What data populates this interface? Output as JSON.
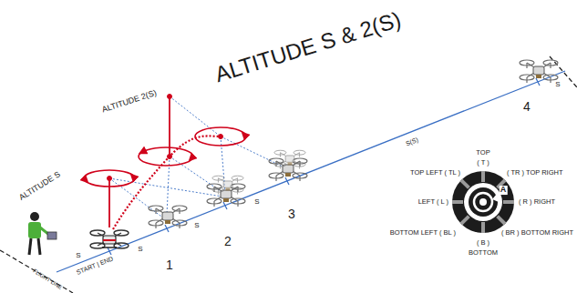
{
  "diagram": {
    "title": "ALTITUDE S & 2(S)",
    "labels": [
      "ALTITUDE 2(S)",
      "ALTITUDE S",
      "START | END",
      "S",
      "S",
      "1",
      "S",
      "2",
      "S",
      "3",
      "S(S)",
      "4",
      "S",
      "FLIGHT LINE",
      "TOP",
      "( T )",
      "TOP LEFT ( TL )",
      "( TR ) TOP RIGHT",
      "LEFT ( L )",
      "( R ) RIGHT",
      "BOTTOM LEFT ( BL )",
      "( BR ) BOTTOM RIGHT",
      "( B )",
      "BOTTOM",
      "A"
    ]
  }
}
